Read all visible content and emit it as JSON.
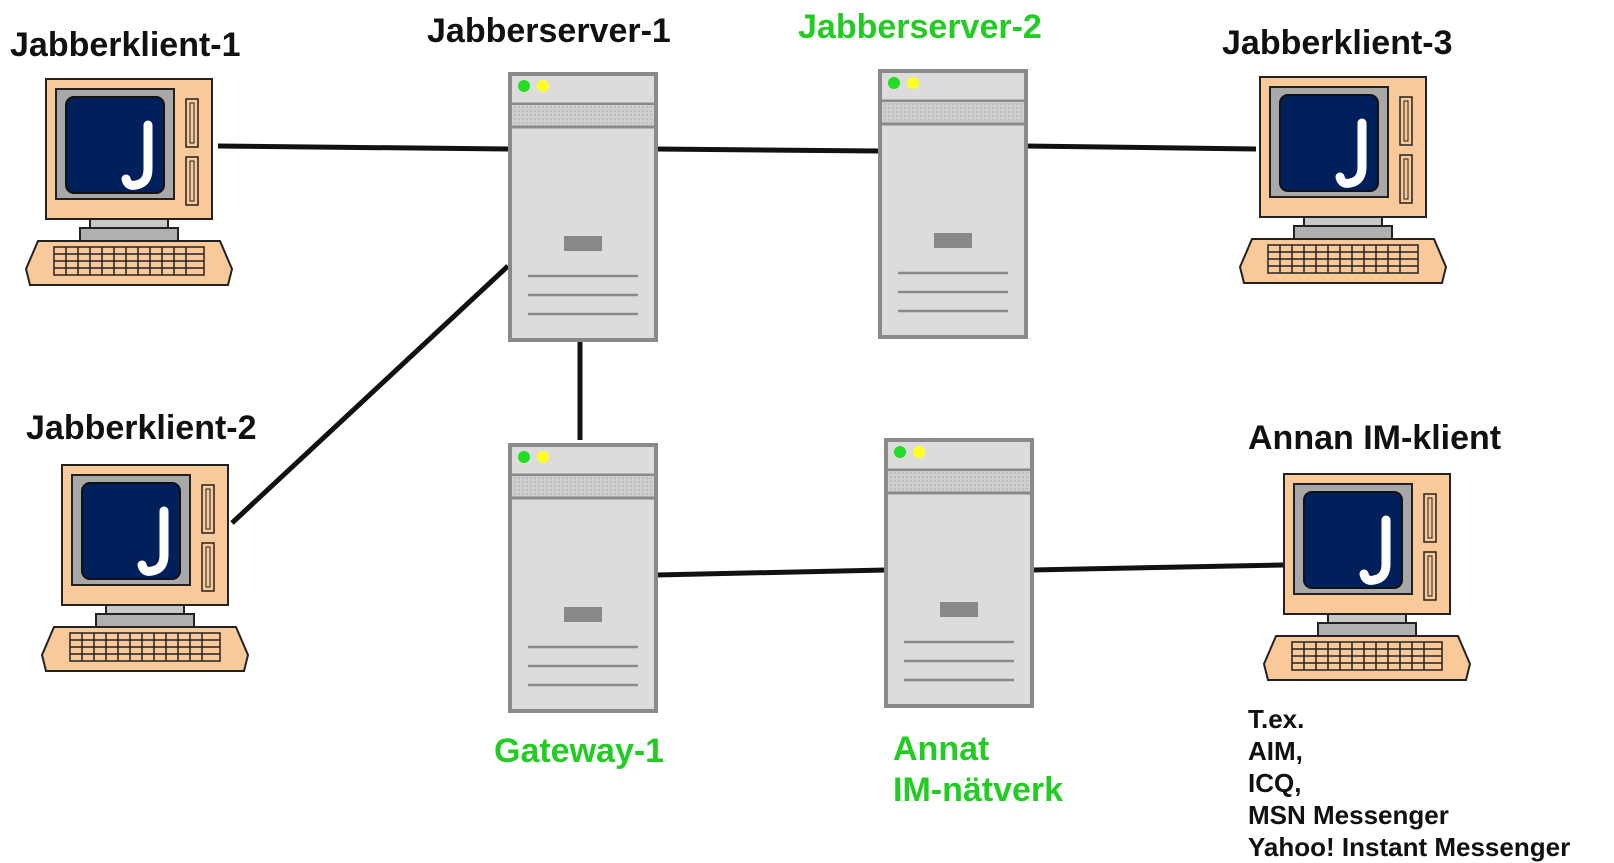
{
  "labels": {
    "jabberklient_1": "Jabberklient-1",
    "jabberklient_2": "Jabberklient-2",
    "jabberklient_3": "Jabberklient-3",
    "jabberserver_1": "Jabberserver-1",
    "jabberserver_2": "Jabberserver-2",
    "gateway_1": "Gateway-1",
    "annat_line1": "Annat",
    "annat_line2": "IM-nätverk",
    "annan_im_klient": "Annan IM-klient"
  },
  "examples": {
    "line1": "T.ex.",
    "line2": "AIM,",
    "line3": "ICQ,",
    "line4": "MSN Messenger",
    "line5": "Yahoo! Instant Messenger"
  },
  "icons": {
    "client": "computer-icon",
    "server": "server-tower-icon",
    "client_screen_glyph": "J"
  },
  "colors": {
    "dark_text": "#111111",
    "green_text": "#22cc22",
    "computer_body": "#f9c99a",
    "computer_screen": "#00205b",
    "server_body": "#dcdcdc",
    "server_outline": "#8a8a8a",
    "link_line": "#111111"
  }
}
